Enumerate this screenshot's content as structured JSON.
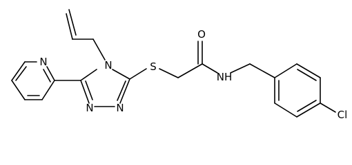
{
  "atoms": {
    "n_pyridine": "N",
    "n4_triazole": "N",
    "n2_triazole": "N",
    "n1_triazole": "N",
    "sulfur": "S",
    "oxygen": "O",
    "amide_nh": "NH",
    "chlorine": "Cl"
  },
  "colors": {
    "bond": "#000000",
    "label": "#000000",
    "background": "#ffffff"
  }
}
